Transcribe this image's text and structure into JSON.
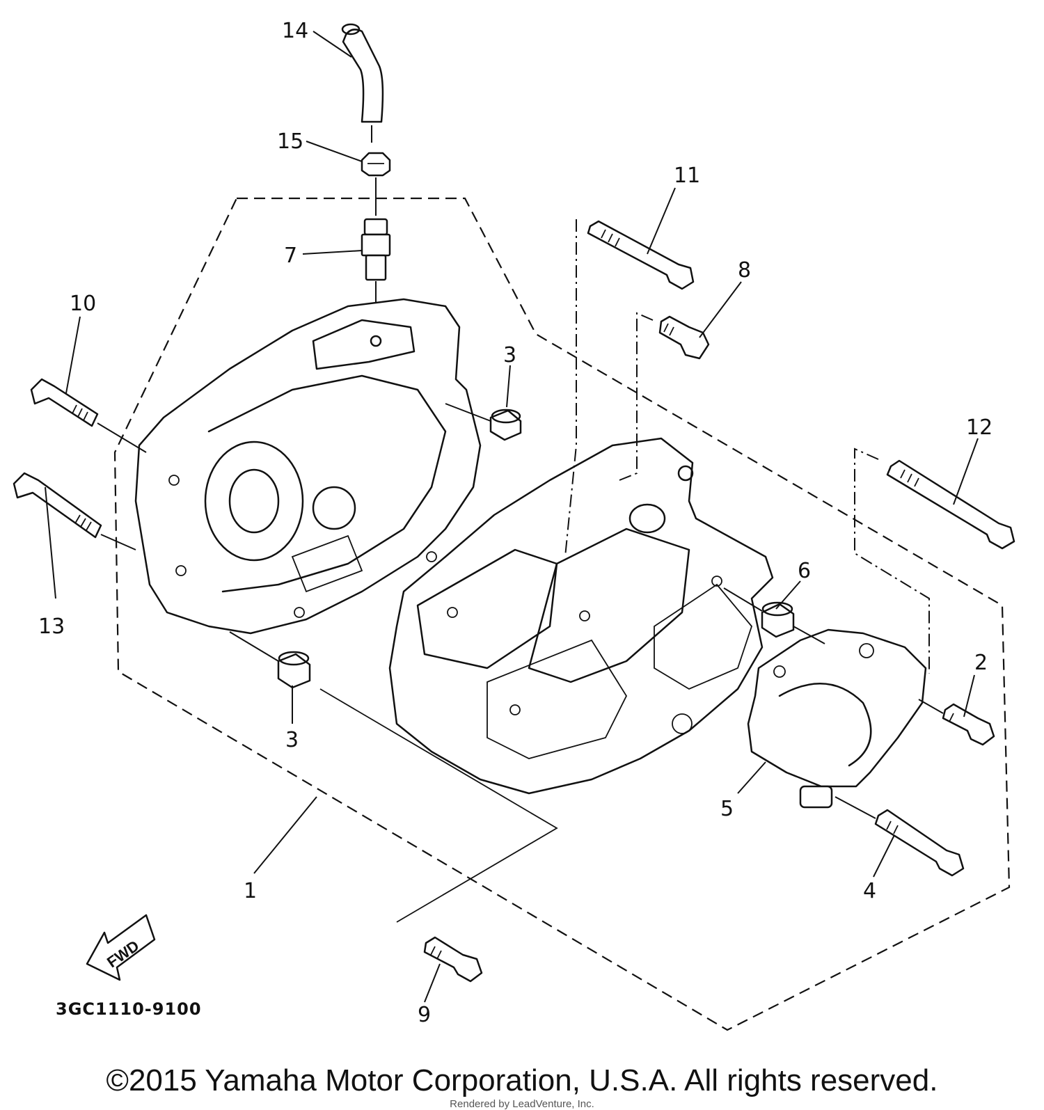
{
  "diagram": {
    "callouts": {
      "c1": "1",
      "c2": "2",
      "c3a": "3",
      "c3b": "3",
      "c4": "4",
      "c5": "5",
      "c6": "6",
      "c7": "7",
      "c8": "8",
      "c9": "9",
      "c10": "10",
      "c11": "11",
      "c12": "12",
      "c13": "13",
      "c14": "14",
      "c15": "15"
    },
    "part_number": "3GC1110-9100",
    "fwd_label": "FWD"
  },
  "footer": {
    "copyright": "©2015 Yamaha Motor Corporation, U.S.A. All rights reserved.",
    "rendered_by": "Rendered by LeadVenture, Inc."
  }
}
